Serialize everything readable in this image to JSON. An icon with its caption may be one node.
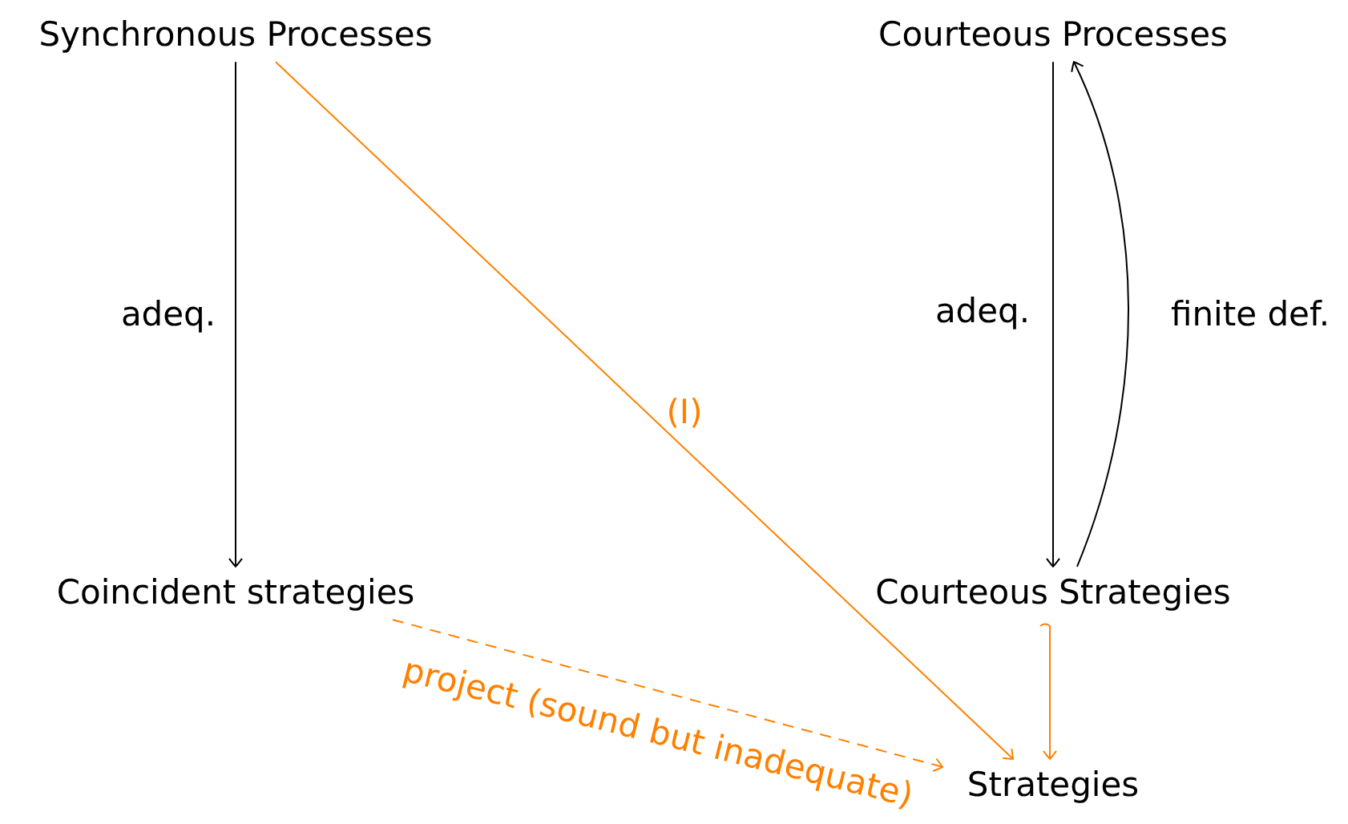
{
  "diagram": {
    "nodes": [
      {
        "text": [
          "Synchronous Processes"
        ]
      },
      {
        "text": [
          "Courteous Processes"
        ]
      },
      {
        "text": [
          "Coincident strategies"
        ]
      },
      {
        "text": [
          "Courteous Strategies"
        ]
      },
      {
        "text": [
          "Strategies"
        ]
      }
    ],
    "edges": [
      {
        "from": 0,
        "to": 2,
        "arrow": "to",
        "label": "adeq."
      },
      {
        "from": 1,
        "to": 3,
        "arrow": "to",
        "label": "adeq."
      },
      {
        "from": 3,
        "to": 1,
        "arrow": "to",
        "label": "finite def."
      },
      {
        "from": 0,
        "to": 4,
        "arrow": "to",
        "label": "(I)",
        "color": "#ff8000"
      },
      {
        "from": 2,
        "to": 4,
        "arrow": "to",
        "label": "project (sound but inadequate)",
        "style": "dashed",
        "color": "#ff8000"
      },
      {
        "from": 3,
        "to": 4,
        "arrow": "to",
        "color": "#ff8000"
      }
    ]
  }
}
